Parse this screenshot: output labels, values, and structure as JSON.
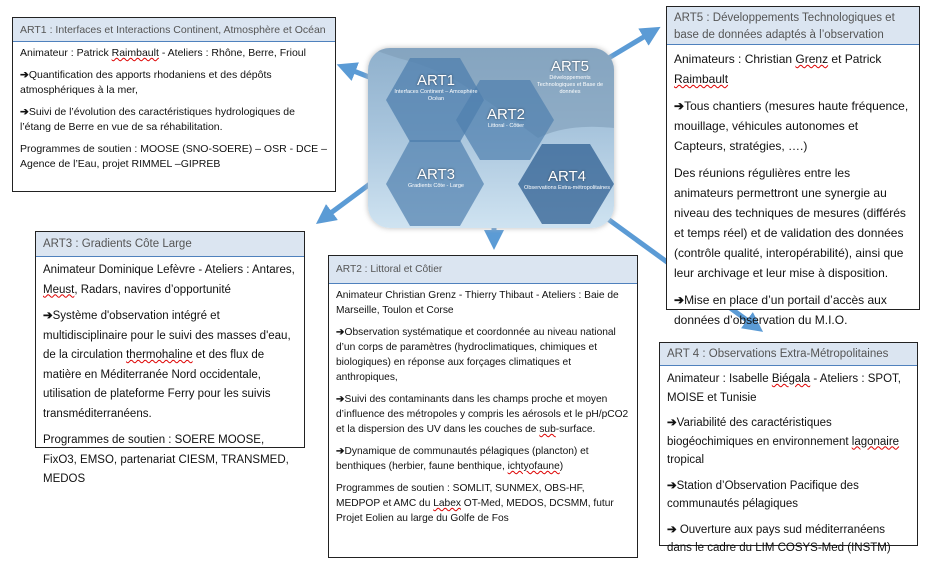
{
  "center": {
    "hexes": [
      {
        "title": "ART1",
        "subtitle": "Interfaces Continent – Amosphère Océan"
      },
      {
        "title": "ART2",
        "subtitle": "Littoral - Côtier"
      },
      {
        "title": "ART3",
        "subtitle": "Gradients Côte - Large"
      },
      {
        "title": "ART4",
        "subtitle": "Observations Extra-métropolitaines"
      },
      {
        "title": "ART5",
        "subtitle": "Développements Technologiques et Base de données"
      }
    ]
  },
  "art1": {
    "header": "ART1  : Interfaces et Interactions Continent, Atmosphère et Océan",
    "animateur_pre": "Animateur : Patrick ",
    "animateur_sq": "Raimbault",
    "animateur_post": " - Ateliers : Rhône, Berre, Frioul",
    "items": [
      "Quantification des apports rhodaniens et des dépôts atmosphériques à la mer,",
      "Suivi de l’évolution des caractéristiques hydrologiques de l’étang de Berre en vue de sa réhabilitation."
    ],
    "programmes": "Programmes de soutien : MOOSE  (SNO-SOERE)  – OSR  - DCE – Agence de l’Eau, projet RIMMEL –GIPREB"
  },
  "art5": {
    "header": "ART5 : Développements Technologiques et base de données adaptés à l’observation",
    "animateur_pre": "Animateurs : Christian ",
    "animateur_sq1": "Grenz",
    "animateur_mid": " et Patrick ",
    "animateur_sq2": "Raimbault",
    "item1": "Tous chantiers (mesures haute fréquence, mouillage, véhicules autonomes et Capteurs, stratégies, ….)",
    "paragraph": "Des réunions régulières entre les animateurs permettront une synergie au niveau des techniques de mesures (différés et temps réel) et de validation des données (contrôle qualité, interopérabilité), ainsi que leur archivage et leur mise à disposition.",
    "item2": "Mise en place d’un portail d’accès aux données d’observation du M.I.O."
  },
  "art3": {
    "header": "ART3 : Gradients Côte Large",
    "animateur_pre": "Animateur Dominique Lefèvre - Ateliers : Antares, ",
    "animateur_sq": "Meust",
    "animateur_post": ", Radars, navires d’opportunité",
    "item_pre": "Système d'observation intégré et multidisciplinaire pour le suivi des masses d'eau, de la circulation ",
    "item_sq": "thermohaline",
    "item_post": " et des flux de matière en Méditerranée Nord occidentale, utilisation de plateforme Ferry pour les suivis transméditerranéens.",
    "programmes": "Programmes de soutien : SOERE MOOSE, FixO3, EMSO, partenariat CIESM, TRANSMED, MEDOS"
  },
  "art2": {
    "header": "ART2  : Littoral et Côtier",
    "animateur": "Animateur Christian Grenz - Thierry Thibaut - Ateliers : Baie de Marseille, Toulon et Corse",
    "item1": "Observation systématique et coordonnée au niveau national d’un corps de paramètres (hydroclimatiques, chimiques et biologiques) en réponse aux forçages climatiques et anthropiques,",
    "item2_pre": "Suivi des contaminants dans les champs proche et moyen d’influence des métropoles y compris les aérosols et le pH/pCO2 et la dispersion des UV dans les couches de ",
    "item2_sq": "sub",
    "item2_post": "-surface.",
    "item3_pre": "Dynamique de communautés pélagiques (plancton) et benthiques (herbier, faune benthique, ",
    "item3_sq": "ichtyofaune",
    "item3_post": ")",
    "prog_pre": "Programmes de soutien : SOMLIT,  SUNMEX,  OBS-HF,  MEDPOP et AMC  du ",
    "prog_sq": "Labex",
    "prog_post": " OT-Med,  MEDOS,  DCSMM,  futur Projet Eolien au large du Golfe de Fos"
  },
  "art4": {
    "header": "ART 4 : Observations Extra-Métropolitaines",
    "animateur_pre": "Animateur : Isabelle ",
    "animateur_sq": "Biégala",
    "animateur_post": " - Ateliers : SPOT, MOISE et Tunisie",
    "item1_pre": "Variabilité des caractéristiques biogéochimiques en environnement ",
    "item1_sq": "lagonaire",
    "item1_post": " tropical",
    "item2": "Station d’Observation Pacifique des communautés pélagiques",
    "item3": " Ouverture aux pays sud méditerranéens dans le cadre du LIM COSYS-Med (INSTM)"
  },
  "bullet": "➔",
  "colors": {
    "header_bg": "#dbe5f1",
    "arrow": "#5b9bd5",
    "hex": "#4f7fae"
  }
}
